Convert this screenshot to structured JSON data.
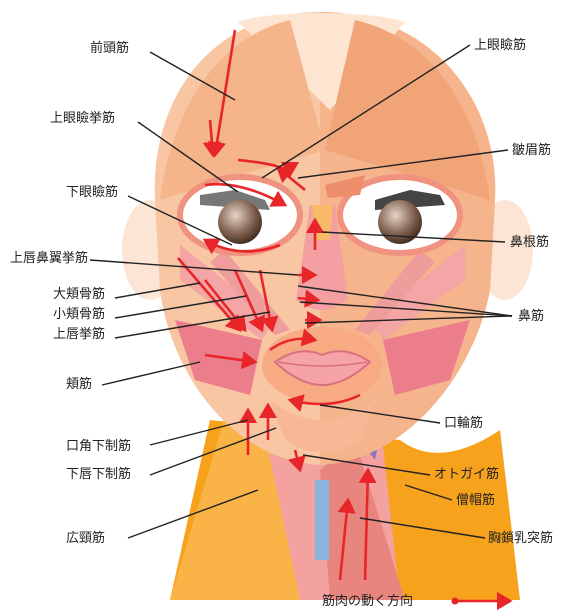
{
  "labels": {
    "frontalis": "前頭筋",
    "levator_palpebrae": "上眼瞼筋",
    "levator_palpebrae_superioris": "上眼瞼挙筋",
    "corrugator": "皺眉筋",
    "lower_eyelid": "下眼瞼筋",
    "procerus": "鼻根筋",
    "levator_labii_alaeque": "上唇鼻翼挙筋",
    "zygomaticus_major": "大頬骨筋",
    "zygomaticus_minor": "小頬骨筋",
    "levator_labii": "上唇挙筋",
    "nasalis": "鼻筋",
    "buccinator": "頬筋",
    "orbicularis_oris": "口輪筋",
    "depressor_anguli": "口角下制筋",
    "depressor_labii": "下唇下制筋",
    "mentalis": "オトガイ筋",
    "trapezius": "僧帽筋",
    "platysma": "広頸筋",
    "sternocleidomastoid": "胸鎖乳突筋"
  },
  "legend": {
    "text": "筋肉の動く方向"
  },
  "colors": {
    "arrow": "#e8262a",
    "skin": "#f5bf9a",
    "muscle_pink": "#f08c96",
    "neck_orange": "#f7a21d",
    "blue": "#8bb4dc",
    "purple": "#8a78b4"
  }
}
